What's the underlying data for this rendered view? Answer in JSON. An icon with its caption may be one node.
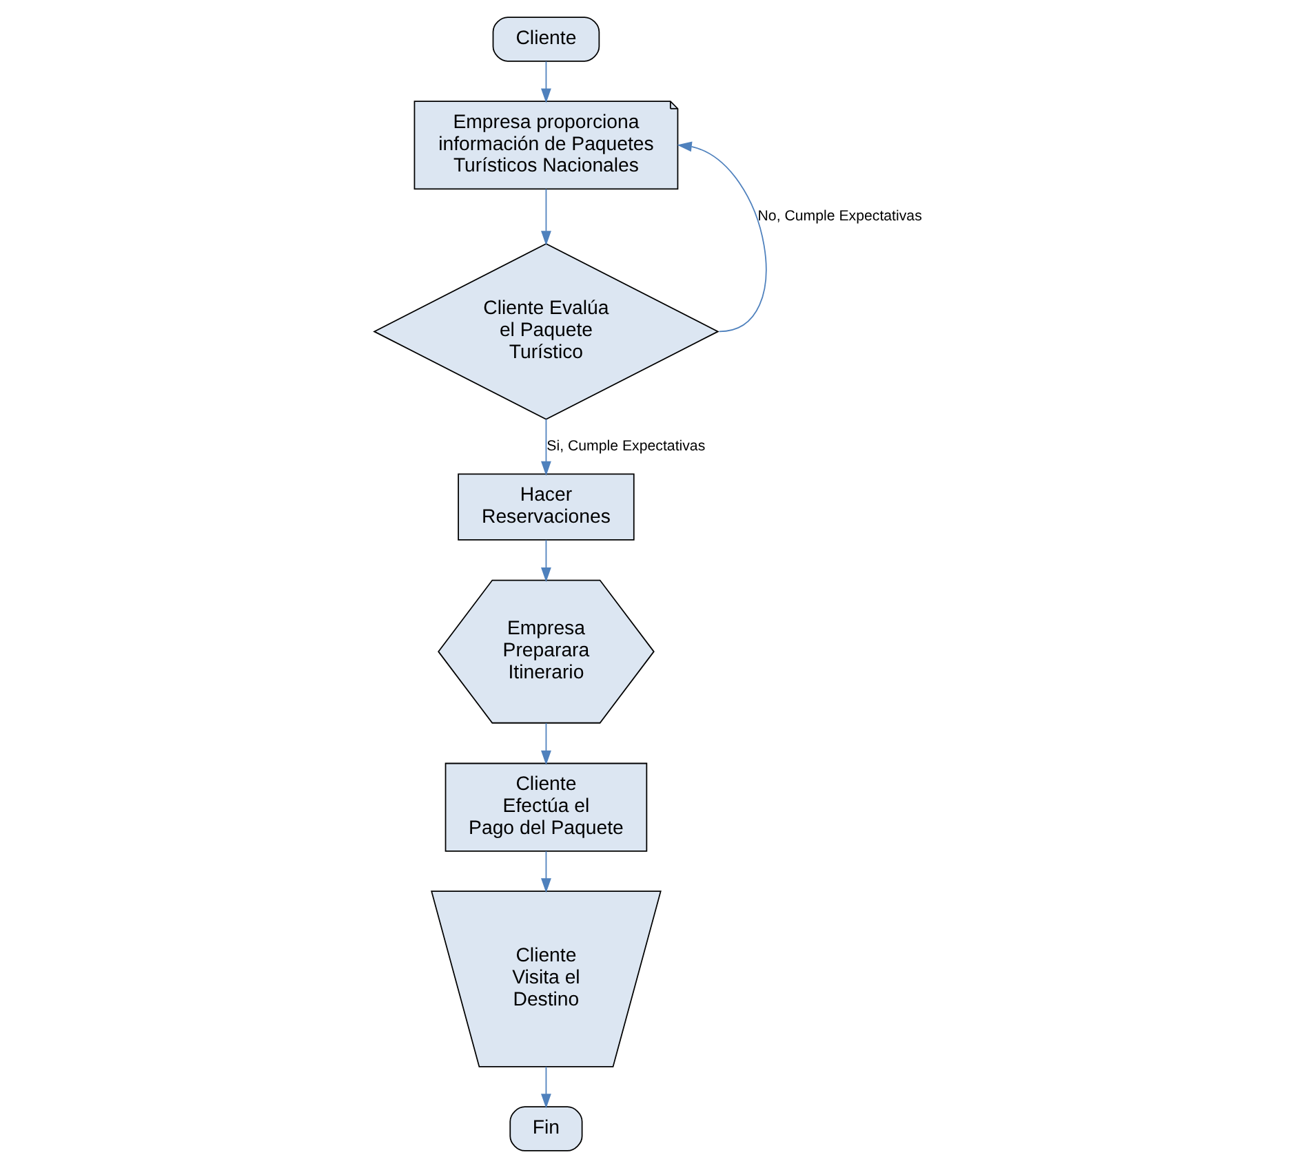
{
  "diagram": {
    "nodes": [
      {
        "text": [
          "Cliente"
        ]
      },
      {
        "text": [
          "Empresa  proporciona información de Paquetes Turísticos Nacionales"
        ]
      },
      {
        "text": [
          "Cliente Evalúa el Paquete Turístico"
        ]
      },
      {
        "text": [
          "Hacer Reservaciones"
        ]
      },
      {
        "text": [
          "Empresa Preparara Itinerario"
        ]
      },
      {
        "text": [
          "Cliente Efectúa el Pago del Paquete"
        ]
      },
      {
        "text": [
          "Cliente Visita el Destino"
        ]
      },
      {
        "text": [
          "Fin"
        ]
      }
    ],
    "edges": [
      {
        "from": 0,
        "to": 1,
        "arrow": "to"
      },
      {
        "from": 1,
        "to": 2,
        "arrow": "to"
      },
      {
        "from": 2,
        "to": 1,
        "arrow": "to",
        "label": "No, Cumple Expectativas"
      },
      {
        "from": 2,
        "to": 3,
        "arrow": "to",
        "label": "Si, Cumple Expectativas"
      },
      {
        "from": 3,
        "to": 4,
        "arrow": "to"
      },
      {
        "from": 4,
        "to": 5,
        "arrow": "to"
      },
      {
        "from": 5,
        "to": 6,
        "arrow": "to"
      },
      {
        "from": 6,
        "to": 7,
        "arrow": "to"
      }
    ]
  }
}
